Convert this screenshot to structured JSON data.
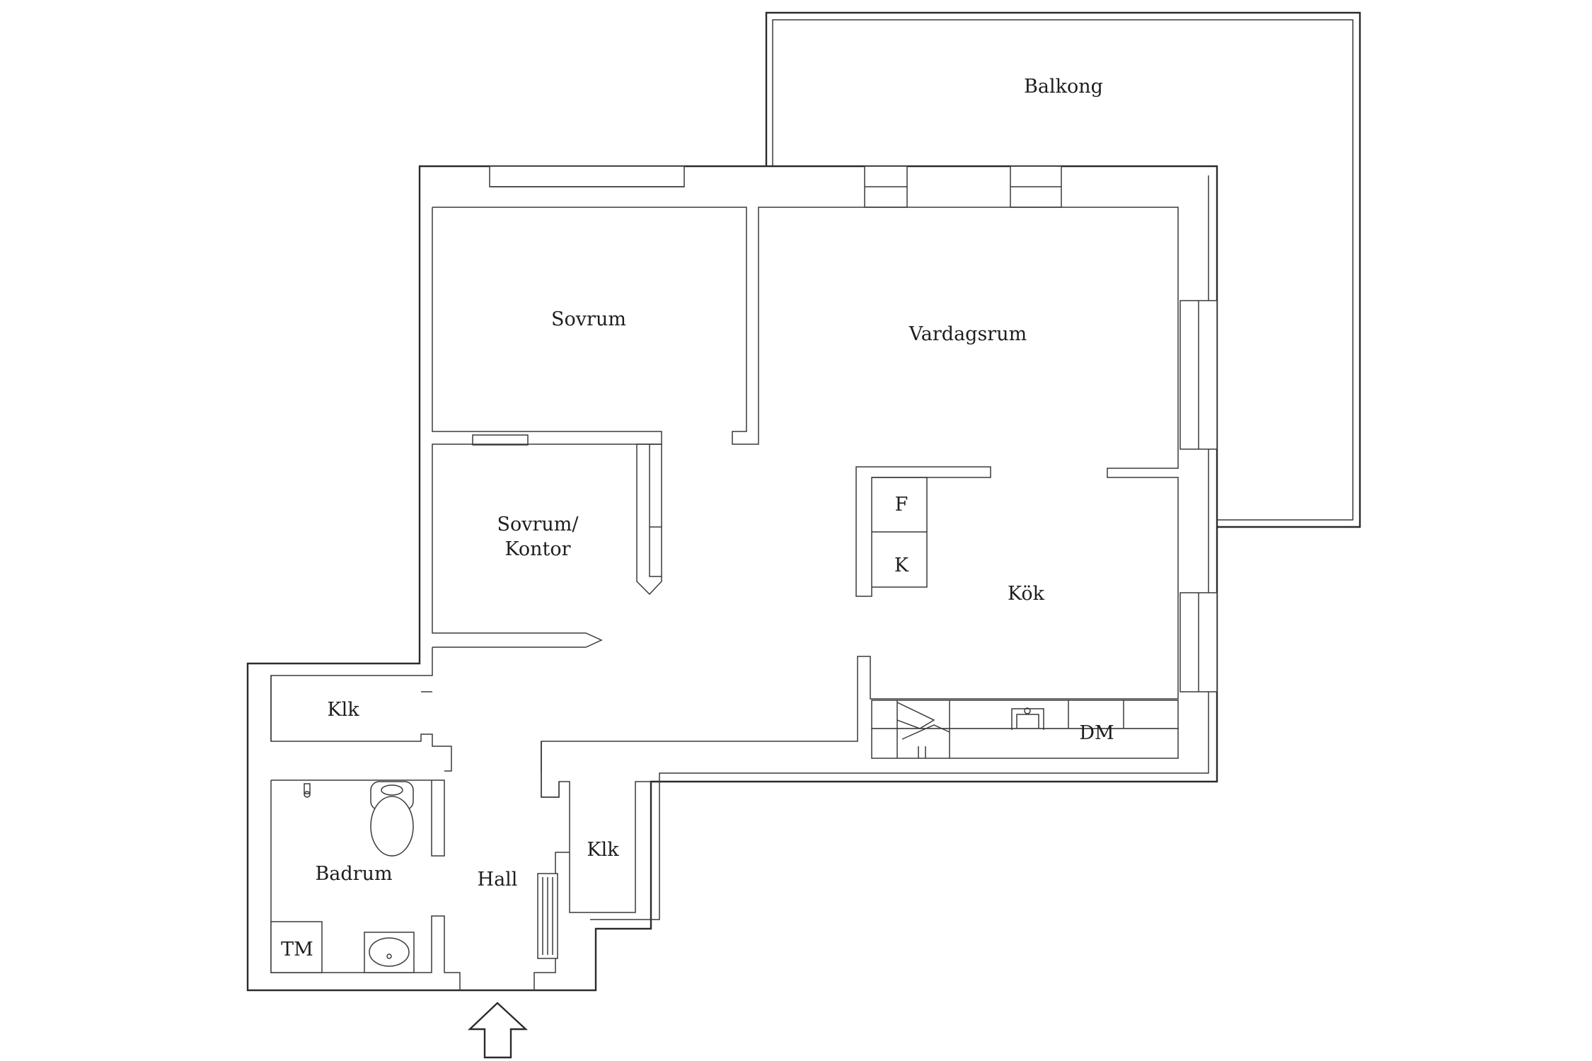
{
  "rooms": {
    "balkong": "Balkong",
    "sovrum": "Sovrum",
    "vardagsrum": "Vardagsrum",
    "sovrum_kontor_line1": "Sovrum/",
    "sovrum_kontor_line2": "Kontor",
    "kok": "Kök",
    "klk_left": "Klk",
    "klk_hall": "Klk",
    "badrum": "Badrum",
    "hall": "Hall"
  },
  "fixtures": {
    "fridge": "F",
    "freezer": "K",
    "dishwasher": "DM",
    "washing_machine": "TM"
  },
  "colors": {
    "wall": "#2b2b2b",
    "text": "#1e1e1e",
    "background": "#ffffff"
  }
}
